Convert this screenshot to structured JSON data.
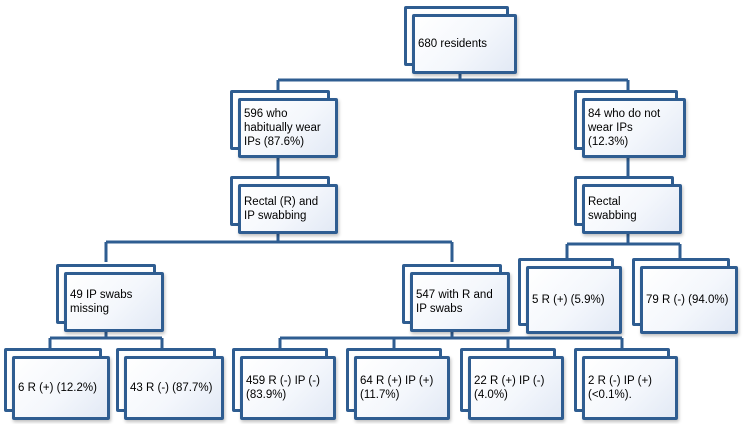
{
  "nodes": {
    "root": "680 residents",
    "wear": "596 who\nhabitually wear\nIPs (87.6%)",
    "notwear": "84 who do not\nwear IPs\n(12.3%)",
    "swab_r_ip": "Rectal (R) and\nIP swabbing",
    "swab_r": "Rectal\nswabbing",
    "ip_missing": "49 IP swabs\nmissing",
    "with_r_ip": "547 with R and\nIP swabs",
    "notwear_pos": "5 R (+)  (5.9%)",
    "notwear_neg": "79 R (-) (94.0%)",
    "missing_pos": "6 R (+) (12.2%)",
    "missing_neg": "43 R (-) (87.7%)",
    "neg_neg": "459 R (-) IP (-)\n(83.9%)",
    "pos_pos": "64 R (+) IP (+)\n(11.7%)",
    "pos_neg": "22 R (+) IP (-)\n(4.0%)",
    "neg_pos": "2 R (-) IP (+)\n(<0.1%)."
  },
  "colors": {
    "border": "#2f5d91",
    "connector": "#2f5d91"
  }
}
